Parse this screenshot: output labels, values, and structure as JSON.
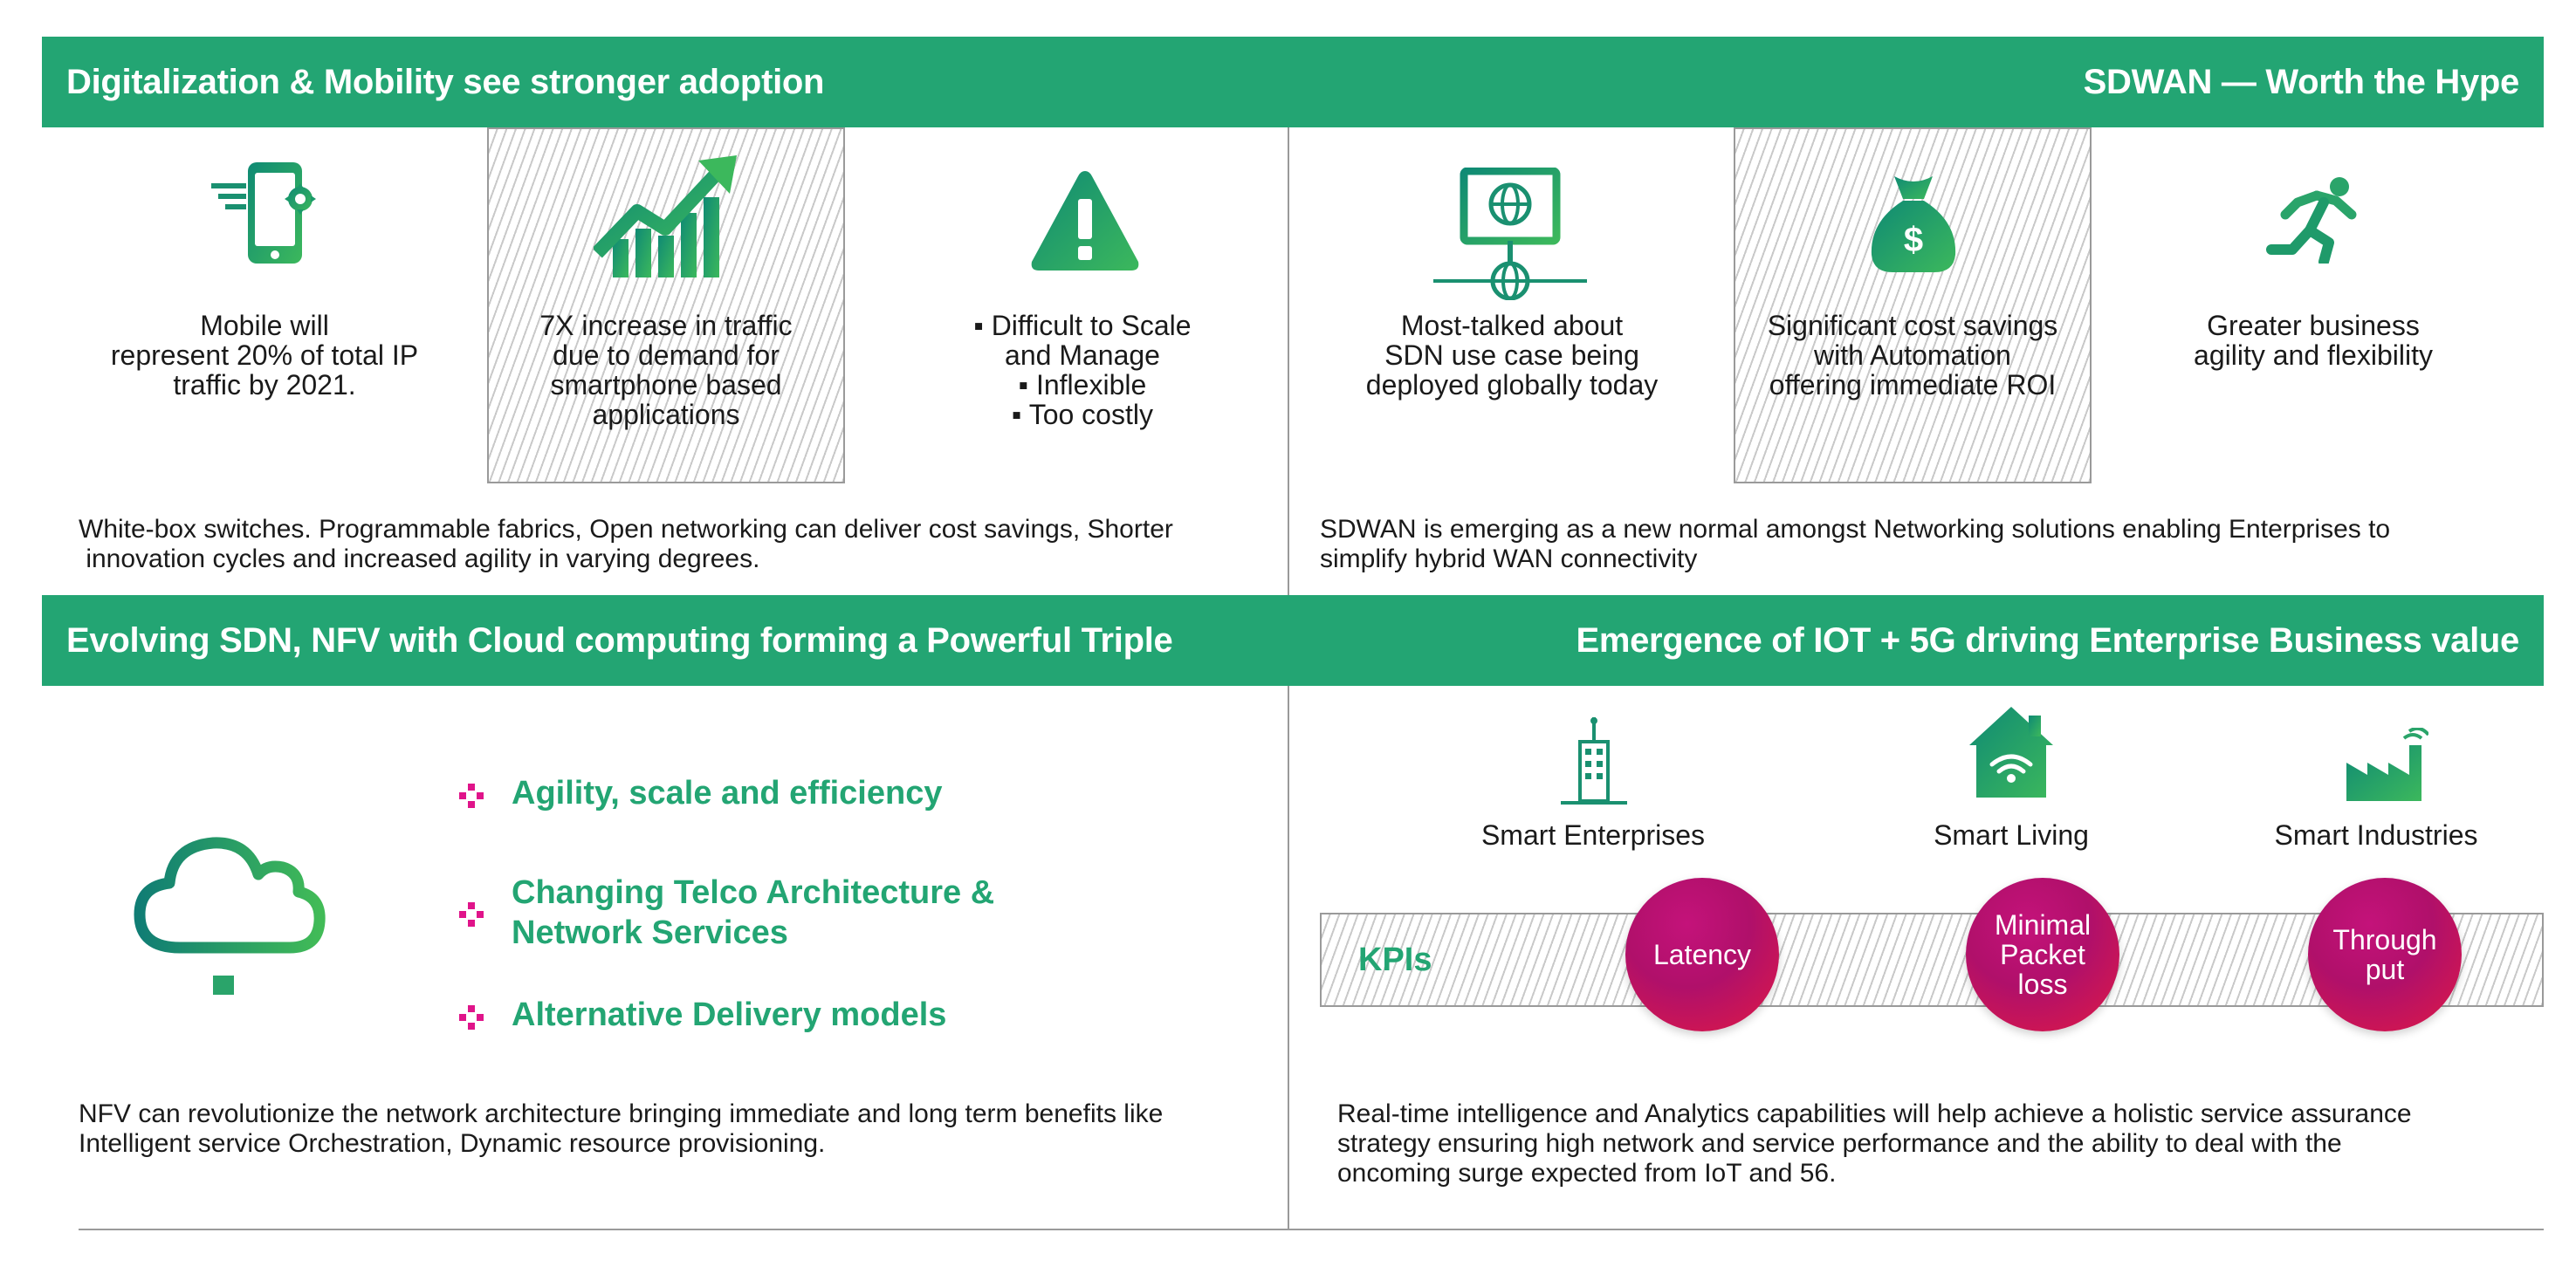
{
  "colors": {
    "brand_green": "#23a573",
    "kpi_magenta": "#b0106a",
    "kpi_red": "#e01945"
  },
  "top": {
    "left_title": "Digitalization & Mobility see stronger adoption",
    "right_title": "SDWAN — Worth the Hype",
    "left_items": [
      {
        "icon": "mobile-phone-icon",
        "lines": [
          "Mobile will",
          "represent 20% of total IP",
          "traffic by 2021."
        ]
      },
      {
        "icon": "growth-chart-icon",
        "lines": [
          "7X increase in traffic",
          "due to demand for",
          "smartphone based",
          "applications"
        ]
      },
      {
        "icon": "warning-icon",
        "lines": [
          "▪ Difficult to Scale",
          "and Manage",
          "▪ Inflexible",
          "▪ Too costly"
        ]
      }
    ],
    "right_items": [
      {
        "icon": "network-globe-icon",
        "lines": [
          "Most-talked about",
          "SDN use case being",
          "deployed globally today"
        ]
      },
      {
        "icon": "money-bag-icon",
        "lines": [
          "Significant cost savings",
          "with Automation",
          "offering  immediate ROI"
        ]
      },
      {
        "icon": "running-person-icon",
        "lines": [
          "Greater business",
          "agility and flexibility"
        ]
      }
    ],
    "left_paragraph": [
      "White-box switches. Programmable fabrics, Open networking can deliver cost savings, Shorter",
      " innovation cycles and increased agility in varying degrees."
    ],
    "right_paragraph": [
      "SDWAN is emerging as a new normal amongst Networking solutions enabling Enterprises to",
      "simplify hybrid WAN connectivity"
    ]
  },
  "bottom": {
    "left_title": "Evolving SDN, NFV with Cloud computing forming a Powerful Triple",
    "right_title": "Emergence of IOT + 5G driving Enterprise Business value",
    "left_icon": "cloud-network-icon",
    "bullets": [
      [
        "Agility, scale and efficiency"
      ],
      [
        "Changing Telco Architecture &",
        "Network Services"
      ],
      [
        "Alternative Delivery models"
      ]
    ],
    "smart_items": [
      {
        "icon": "building-antenna-icon",
        "label": "Smart Enterprises"
      },
      {
        "icon": "smart-home-icon",
        "label": "Smart Living"
      },
      {
        "icon": "factory-icon",
        "label": "Smart Industries"
      }
    ],
    "kpi_label": "KPIs",
    "kpis": [
      [
        "Latency"
      ],
      [
        "Minimal",
        "Packet",
        "loss"
      ],
      [
        "Through",
        "put"
      ]
    ],
    "left_paragraph": [
      "NFV can revolutionize the network architecture bringing immediate and long term benefits like",
      "Intelligent service Orchestration, Dynamic resource provisioning."
    ],
    "right_paragraph": [
      "Real-time intelligence and Analytics capabilities will help achieve a holistic service assurance",
      "strategy ensuring high network and service performance and the ability to deal with the",
      "oncoming surge expected from IoT and 56."
    ]
  }
}
